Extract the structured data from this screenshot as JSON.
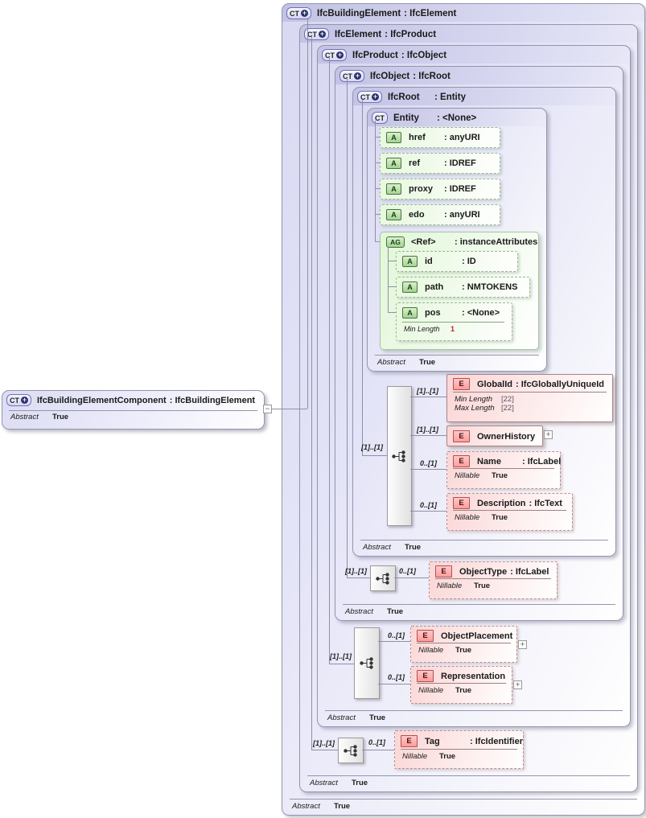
{
  "icons": {
    "ct": "CT",
    "ct_plus": "+",
    "attribute": "A",
    "attribute_group": "AG",
    "element": "E",
    "collapse": "−",
    "expand": "+"
  },
  "colors": {
    "box_lavender": "#e3e3f7",
    "attribute_green": "#e9f9e0",
    "element_pink": "#fbdada",
    "border_gray": "#9595ad",
    "constraint_red": "#cc2020"
  },
  "component": {
    "name": "IfcBuildingElementComponent",
    "type": ": IfcBuildingElement",
    "abstract_label": "Abstract",
    "abstract_value": "True"
  },
  "type_boxes": [
    {
      "name": "IfcBuildingElement",
      "type": ": IfcElement",
      "abstract_label": "Abstract",
      "abstract_value": "True"
    },
    {
      "name": "IfcElement",
      "type": ": IfcProduct",
      "abstract_label": "Abstract",
      "abstract_value": "True"
    },
    {
      "name": "IfcProduct",
      "type": ": IfcObject",
      "abstract_label": "Abstract",
      "abstract_value": "True"
    },
    {
      "name": "IfcObject",
      "type": ": IfcRoot",
      "abstract_label": "Abstract",
      "abstract_value": "True"
    },
    {
      "name": "IfcRoot",
      "type": ": Entity",
      "abstract_label": "Abstract",
      "abstract_value": "True"
    },
    {
      "name": "Entity",
      "type": ": <None>",
      "abstract_label": "Abstract",
      "abstract_value": "True"
    }
  ],
  "attributes": [
    {
      "name": "href",
      "type": ": anyURI"
    },
    {
      "name": "ref",
      "type": ": IDREF"
    },
    {
      "name": "proxy",
      "type": ": IDREF"
    },
    {
      "name": "edo",
      "type": ": anyURI"
    }
  ],
  "attr_group": {
    "name": "<Ref>",
    "type": ": instanceAttributes",
    "attributes": [
      {
        "name": "id",
        "type": ": ID"
      },
      {
        "name": "path",
        "type": ": NMTOKENS"
      },
      {
        "name": "pos",
        "type": ": <None>",
        "constraint_label": "Min Length",
        "constraint_value": "1"
      }
    ]
  },
  "sequences": {
    "root": {
      "cardinality": "[1]..[1]"
    },
    "object": {
      "cardinality": "[1]..[1]"
    },
    "product": {
      "cardinality": "[1]..[1]"
    },
    "element": {
      "cardinality": "[1]..[1]"
    }
  },
  "elements": {
    "global_id": {
      "name": "GlobalId",
      "type": ": IfcGloballyUniqueId",
      "cardinality": "[1]..[1]",
      "min_label": "Min Length",
      "min_value": "[22]",
      "max_label": "Max Length",
      "max_value": "[22]"
    },
    "owner_history": {
      "name": "OwnerHistory",
      "cardinality": "[1]..[1]"
    },
    "name": {
      "name": "Name",
      "type": ": IfcLabel",
      "cardinality": "0..[1]",
      "nillable_label": "Nillable",
      "nillable_value": "True"
    },
    "description": {
      "name": "Description",
      "type": ": IfcText",
      "cardinality": "0..[1]",
      "nillable_label": "Nillable",
      "nillable_value": "True"
    },
    "object_type": {
      "name": "ObjectType",
      "type": ": IfcLabel",
      "cardinality": "0..[1]",
      "nillable_label": "Nillable",
      "nillable_value": "True"
    },
    "object_placement": {
      "name": "ObjectPlacement",
      "cardinality": "0..[1]",
      "nillable_label": "Nillable",
      "nillable_value": "True"
    },
    "representation": {
      "name": "Representation",
      "cardinality": "0..[1]",
      "nillable_label": "Nillable",
      "nillable_value": "True"
    },
    "tag": {
      "name": "Tag",
      "type": ": IfcIdentifier",
      "cardinality": "0..[1]",
      "nillable_label": "Nillable",
      "nillable_value": "True"
    }
  }
}
